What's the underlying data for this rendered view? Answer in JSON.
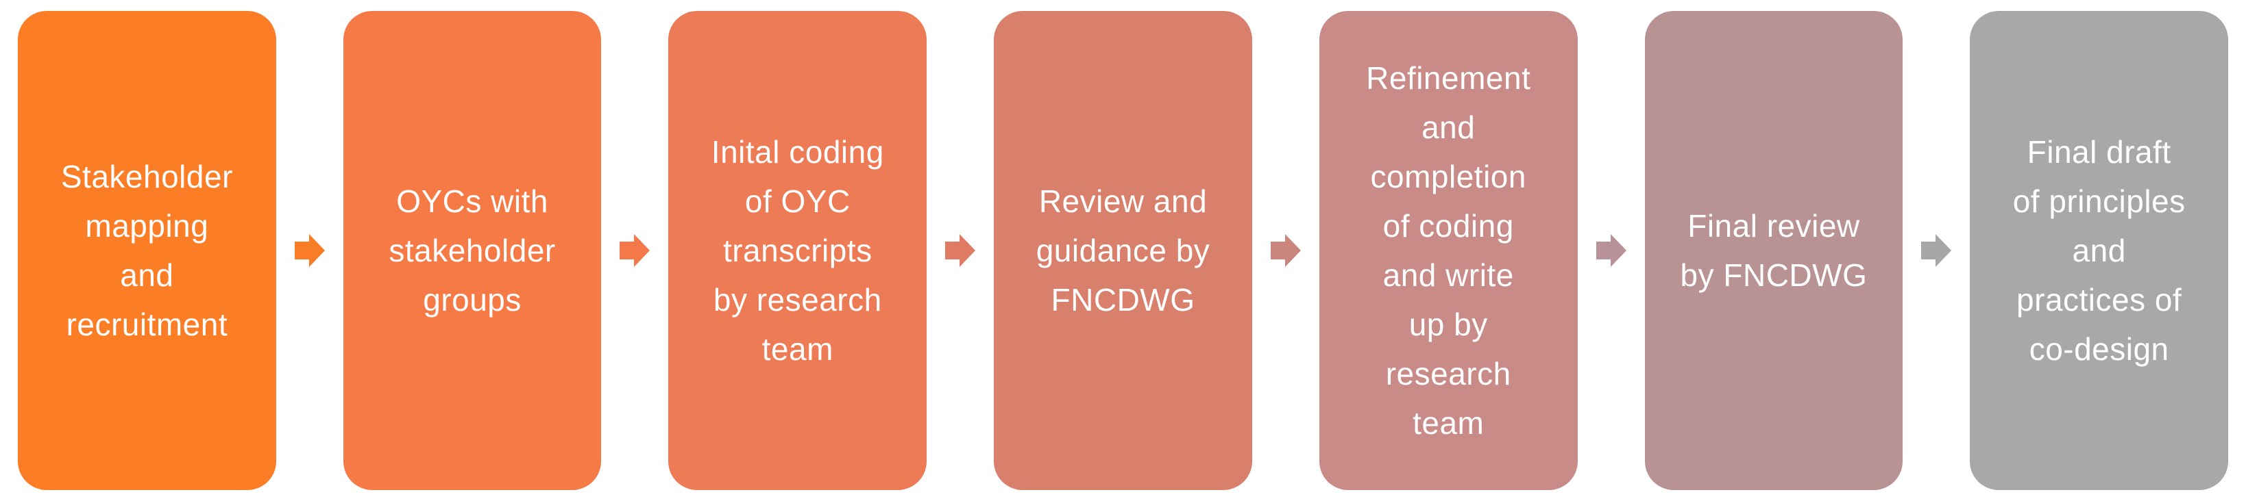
{
  "background": "#FFFFFF",
  "text_color": "#FFFFFF",
  "flow": {
    "type": "process-flow",
    "direction": "left-to-right",
    "steps": [
      {
        "label": "Stakeholder\nmapping\nand\nrecruitment",
        "fill": "#FB7D26"
      },
      {
        "label": "OYCs with\nstakeholder\ngroups",
        "fill": "#F67A45"
      },
      {
        "label": "Inital coding\nof OYC\ntranscripts\nby research\nteam",
        "fill": "#ED7B55"
      },
      {
        "label": "Review and\nguidance by\nFNCDWG",
        "fill": "#D8806C"
      },
      {
        "label": "Refinement\nand\ncompletion\nof coding\nand write\nup by\nresearch\nteam",
        "fill": "#C88B87"
      },
      {
        "label": "Final review\nby FNCDWG",
        "fill": "#B99294"
      },
      {
        "label": "Final draft\nof principles\nand\npractices of\nco-design",
        "fill": "#A9A8A8"
      }
    ],
    "arrows": [
      {
        "fill": "#F97C26"
      },
      {
        "fill": "#F4794A"
      },
      {
        "fill": "#DF7A63"
      },
      {
        "fill": "#CA857E"
      },
      {
        "fill": "#B89298"
      },
      {
        "fill": "#A6A6A6"
      }
    ]
  }
}
